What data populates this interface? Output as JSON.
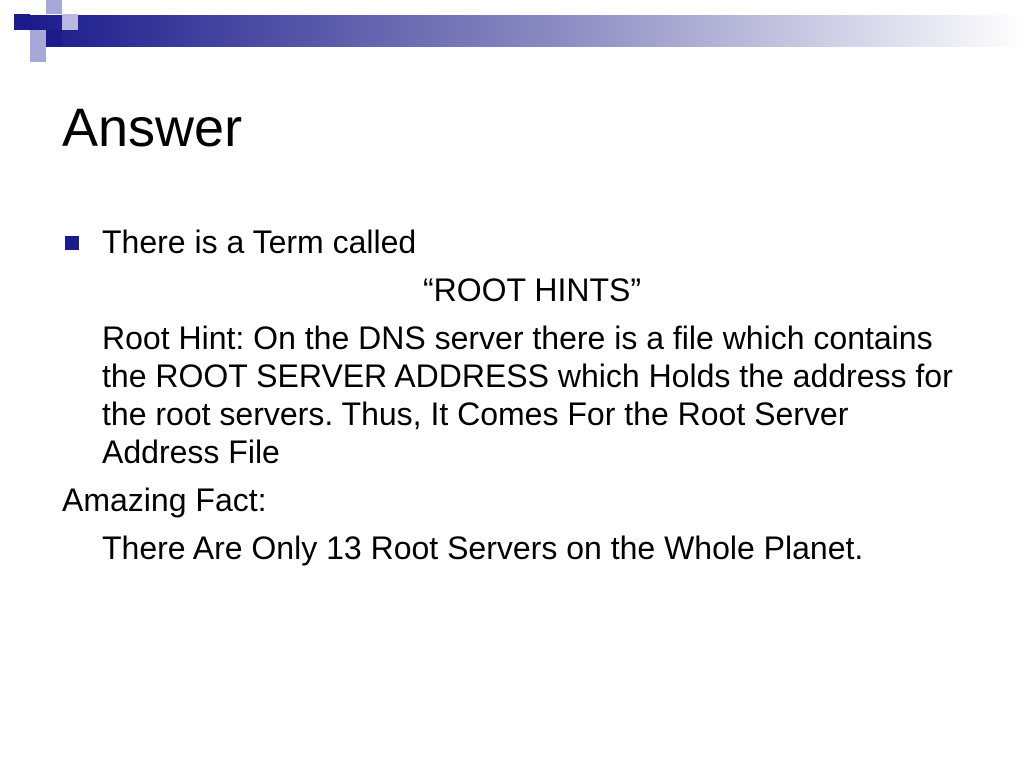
{
  "slide": {
    "title": "Answer",
    "bullet_text": "There is a Term called",
    "term": "“ROOT HINTS”",
    "definition": "Root Hint: On the DNS server there is a file which contains the ROOT SERVER ADDRESS which Holds the address for the root servers. Thus, It Comes For the Root Server Address File",
    "fact_heading": "Amazing Fact:",
    "fact_text": "There Are Only 13 Root Servers on the Whole Planet."
  },
  "theme": {
    "accent_dark": "#1b1b8c",
    "accent_light": "#a8a8d8",
    "band_fade": "#ffffff"
  }
}
